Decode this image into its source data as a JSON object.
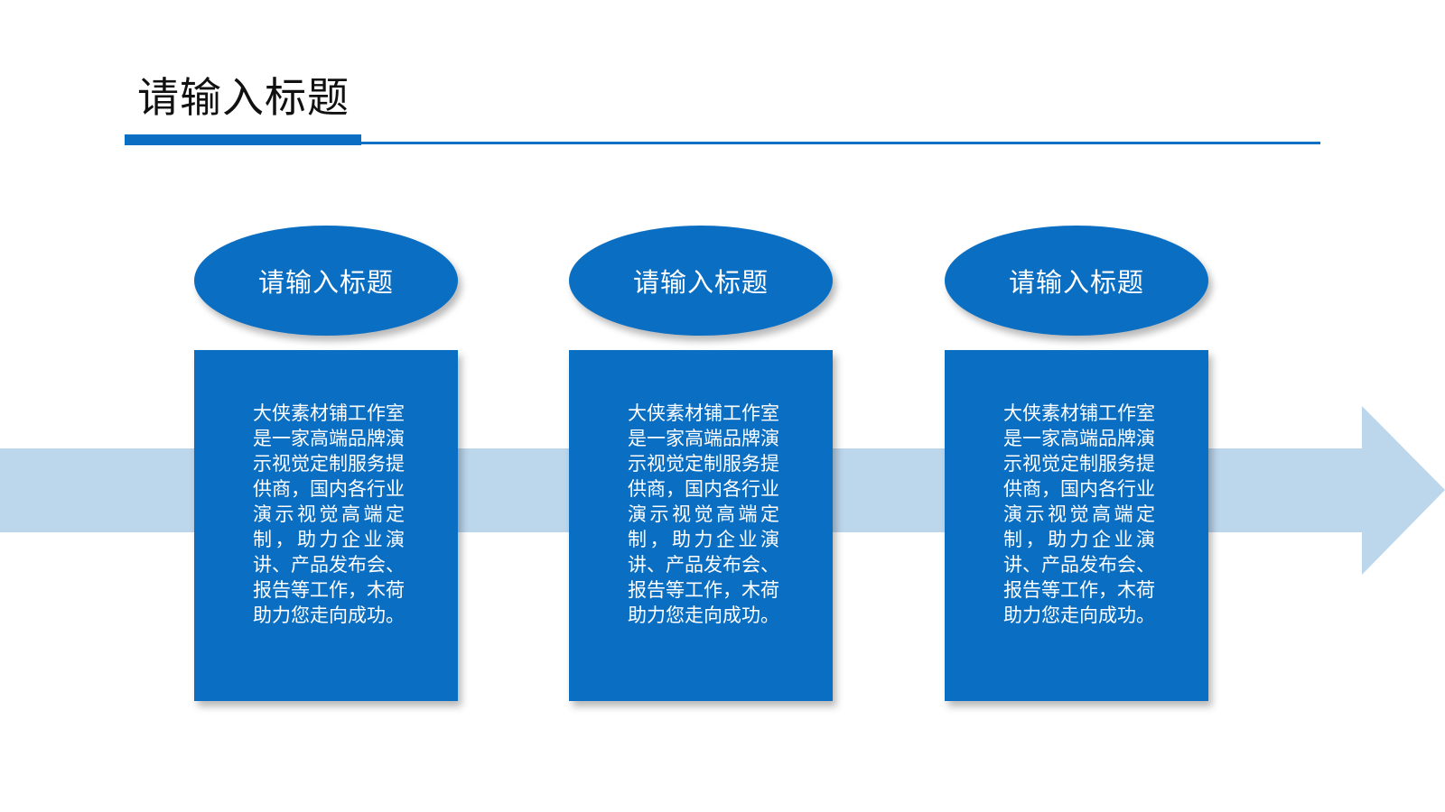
{
  "slide": {
    "title": "请输入标题",
    "accent_color": "#0a6ec2",
    "arrow_color": "#bcd6ec"
  },
  "steps": [
    {
      "title": "请输入标题",
      "body": "大侠素材铺工作室是一家高端品牌演示视觉定制服务提供商，国内各行业演示视觉高端定制，助力企业演讲、产品发布会、报告等工作，木荷助力您走向成功。"
    },
    {
      "title": "请输入标题",
      "body": "大侠素材铺工作室是一家高端品牌演示视觉定制服务提供商，国内各行业演示视觉高端定制，助力企业演讲、产品发布会、报告等工作，木荷助力您走向成功。"
    },
    {
      "title": "请输入标题",
      "body": "大侠素材铺工作室是一家高端品牌演示视觉定制服务提供商，国内各行业演示视觉高端定制，助力企业演讲、产品发布会、报告等工作，木荷助力您走向成功。"
    }
  ]
}
